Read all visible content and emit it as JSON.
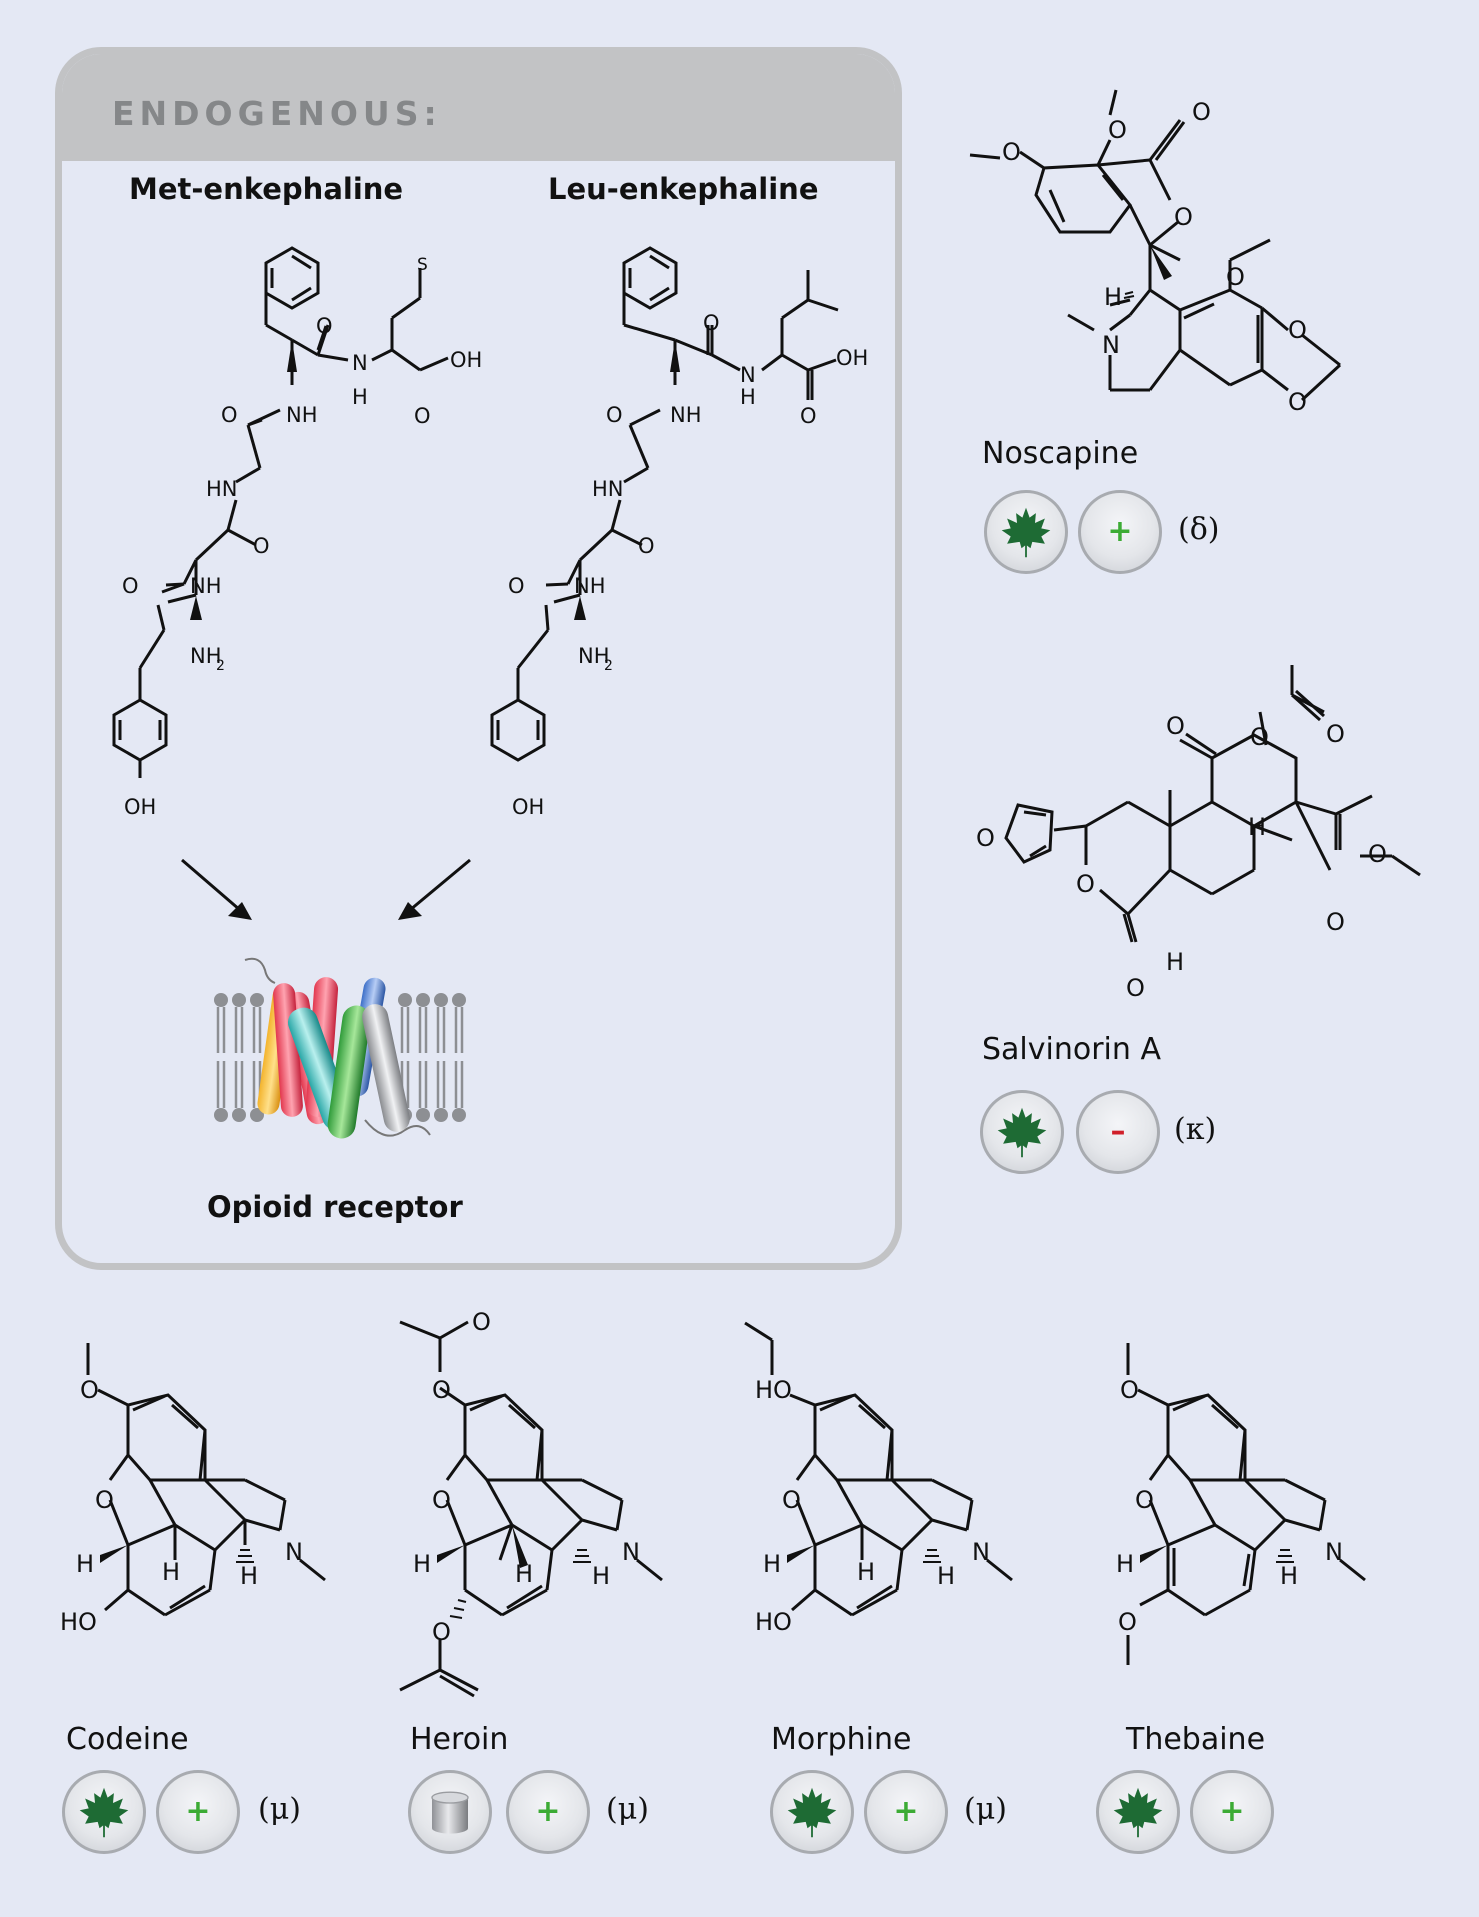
{
  "endogenous": {
    "header": "ENDOGENOUS:",
    "met_enkephaline": {
      "name": "Met-enkephaline",
      "atoms": {
        "s": "S",
        "o1": "O",
        "nh1": "NH",
        "h": "H",
        "n": "N",
        "oh": "OH",
        "o2": "O",
        "o3": "O",
        "hn": "HN",
        "o4": "O",
        "nh2": "NH",
        "o5": "O",
        "nh3": "NH",
        "sub2": "2",
        "oh2": "OH"
      }
    },
    "leu_enkephaline": {
      "name": "Leu-enkephaline",
      "atoms": {
        "o1": "O",
        "nh1": "NH",
        "h": "H",
        "n": "N",
        "oh": "OH",
        "o2": "O",
        "o3": "O",
        "hn": "HN",
        "o4": "O",
        "nh2": "NH",
        "o5": "O",
        "nh3": "NH",
        "sub2": "2",
        "oh2": "OH"
      }
    },
    "receptor_label": "Opioid receptor"
  },
  "compounds": {
    "noscapine": {
      "name": "Noscapine",
      "receptor": "(δ)",
      "action": "+",
      "atoms": {
        "o_top": "O",
        "o_left": "O",
        "o_carb": "O",
        "o_ring": "O",
        "o_meo": "O",
        "h": "H",
        "n": "N",
        "o_d1": "O",
        "o_d2": "O"
      }
    },
    "salvinorin_a": {
      "name": "Salvinorin A",
      "receptor": "(κ)",
      "action": "–",
      "atoms": {
        "o_furan": "O",
        "o_ket": "O",
        "o_ac1": "O",
        "o_ac2": "O",
        "h1": "H",
        "o_est1": "O",
        "o_est2": "O",
        "o_lac": "O",
        "o_lac2": "O",
        "h2": "H"
      }
    },
    "codeine": {
      "name": "Codeine",
      "receptor": "(μ)",
      "action": "+",
      "atoms": {
        "o_me": "O",
        "o_br": "O",
        "h1": "H",
        "h2": "H",
        "h3": "H",
        "n": "N",
        "ho": "HO"
      }
    },
    "heroin": {
      "name": "Heroin",
      "receptor": "(μ)",
      "action": "+",
      "atoms": {
        "o_ac1": "O",
        "o_ac2": "O",
        "o_br": "O",
        "h1": "H",
        "h2": "H",
        "h3": "H",
        "n": "N",
        "o_ac3": "O"
      }
    },
    "morphine": {
      "name": "Morphine",
      "receptor": "(μ)",
      "action": "+",
      "atoms": {
        "ho_top": "HO",
        "o_br": "O",
        "h1": "H",
        "h2": "H",
        "h3": "H",
        "n": "N",
        "ho": "HO"
      }
    },
    "thebaine": {
      "name": "Thebaine",
      "action": "+",
      "atoms": {
        "o_me": "O",
        "o_br": "O",
        "h1": "H",
        "h3": "H",
        "n": "N",
        "o_me2": "O"
      }
    }
  },
  "colors": {
    "background": "#e4e8f4",
    "box_border": "#c2c3c5",
    "header_text": "#858789",
    "plus": "#3cab35",
    "minus": "#d0202a",
    "leaf": "#1e6b34"
  },
  "icons": {
    "natural": "maple-leaf-icon",
    "semisynthetic": "cylinder-icon"
  }
}
